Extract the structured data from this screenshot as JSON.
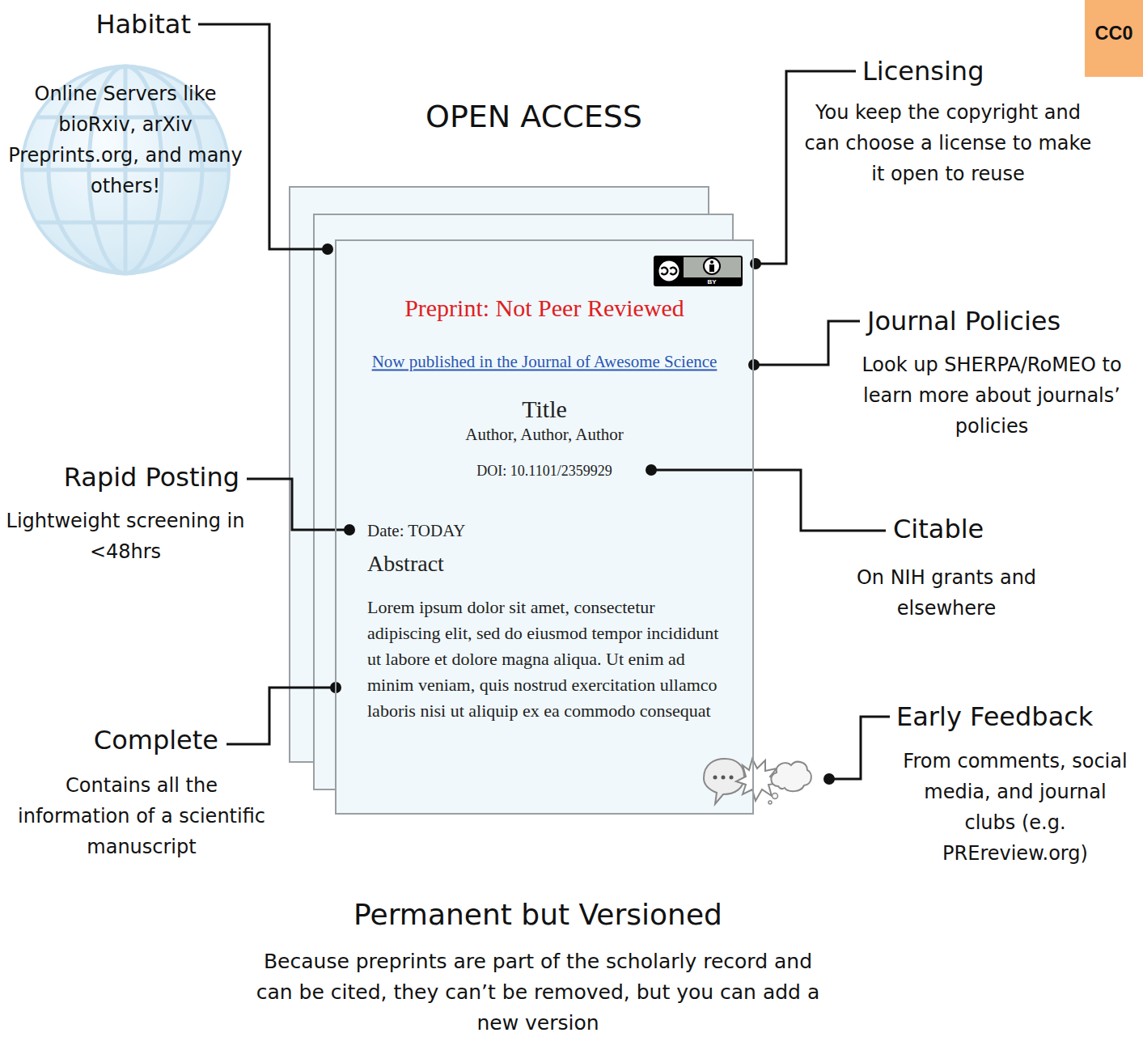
{
  "diagram": {
    "title": "OPEN ACCESS",
    "nodes": [
      {
        "text": [
          "Preprint: Not Peer Reviewed",
          "Now published in the Journal of Awesome Science",
          "Title",
          "Author, Author, Author",
          "DOI: 10.1101/2359929",
          "Date: TODAY",
          "Abstract",
          "Lorem ipsum dolor sit amet, consectetur adipiscing elit, sed do eiusmod tempor incididunt ut labore et dolore magna aliqua. Ut enim ad minim veniam, quis nostrud exercitation ullamco laboris nisi ut aliquip ex ea commodo consequat"
        ]
      },
      {
        "text": [
          "CC0"
        ]
      },
      {
        "text": [
          "BY"
        ],
        "in": 0
      }
    ],
    "labels": [
      "Habitat",
      "Online Servers like bioRxiv, arXiv Preprints.org, and many others!",
      "Licensing",
      "You keep the copyright and can choose a license to make it open to reuse",
      "Journal Policies",
      "Look up SHERPA/RoMEO to learn more about journals’ policies",
      "Rapid Posting",
      "Lightweight screening in <48hrs",
      "Citable",
      "On NIH grants and elsewhere",
      "Complete",
      "Contains all the information of a scientific manuscript",
      "Early Feedback",
      "From comments, social media, and journal clubs (e.g. PREreview.org)",
      "Permanent but Versioned",
      "Because preprints are part of the scholarly record and can be cited, they can’t be removed, but you can add a new version"
    ]
  }
}
